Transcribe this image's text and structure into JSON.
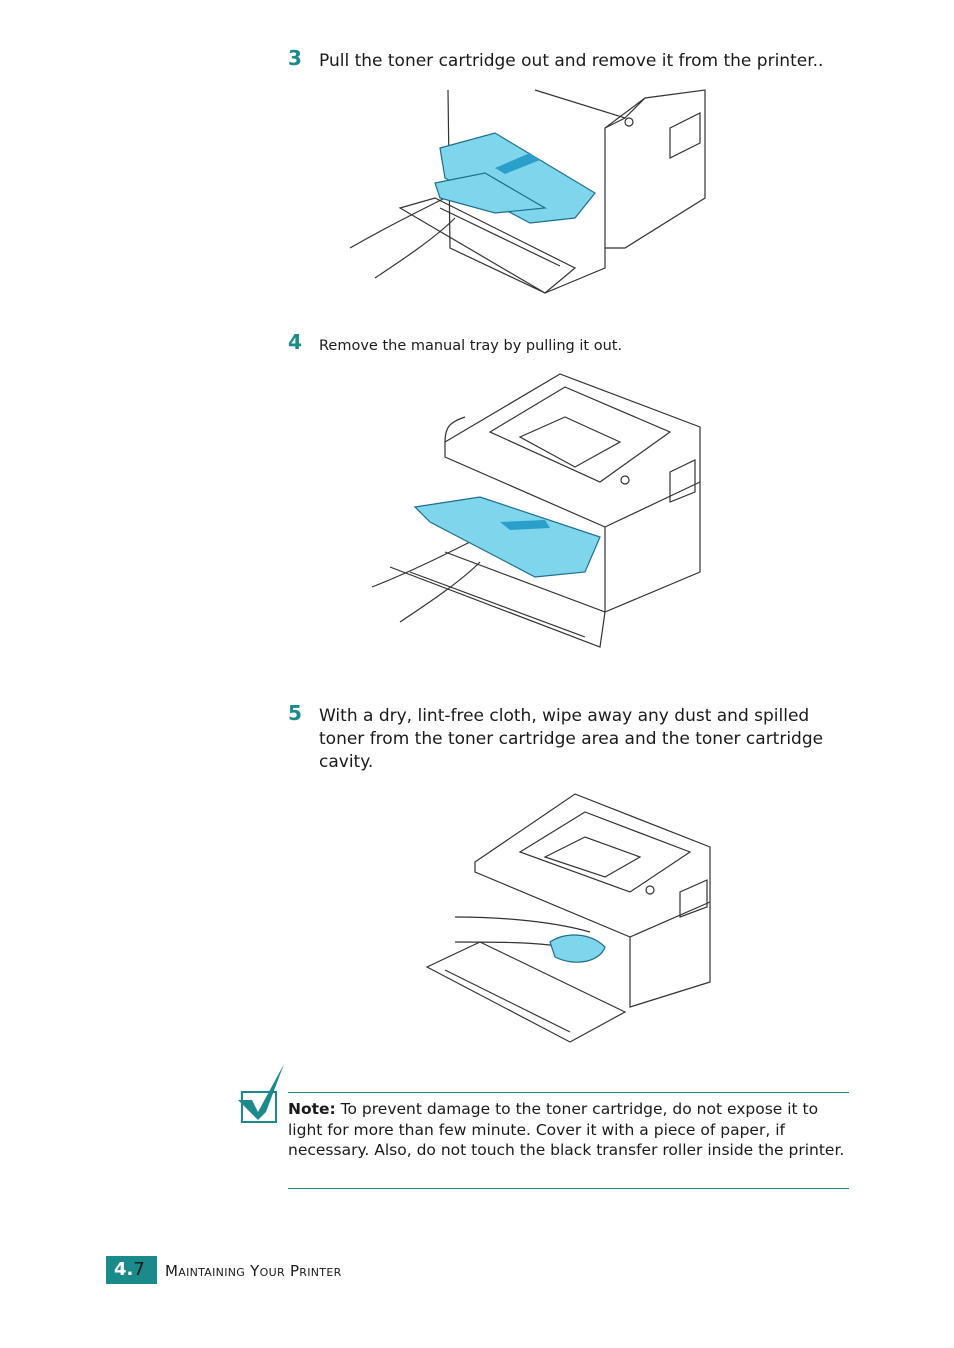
{
  "steps": [
    {
      "num": "3",
      "text": "Pull the toner cartridge out and remove it from the printer.."
    },
    {
      "num": "4",
      "text": "Remove the manual tray by pulling it out."
    },
    {
      "num": "5",
      "text": "With a dry, lint-free cloth, wipe away any dust and spilled toner from the toner cartridge area and the toner cartridge cavity."
    }
  ],
  "note": {
    "label": "Note:",
    "text": " To prevent damage to the toner cartridge, do not expose it to light for more than few minute. Cover it with a piece of paper, if necessary. Also, do not touch the black transfer roller inside the printer."
  },
  "footer": {
    "chapter": "4.",
    "page": "7",
    "title": "Maintaining Your Printer"
  },
  "colors": {
    "accent": "#1a8a8a",
    "illustration_highlight": "#7fd6ec"
  },
  "icons": [
    "checkmark-note-icon"
  ]
}
